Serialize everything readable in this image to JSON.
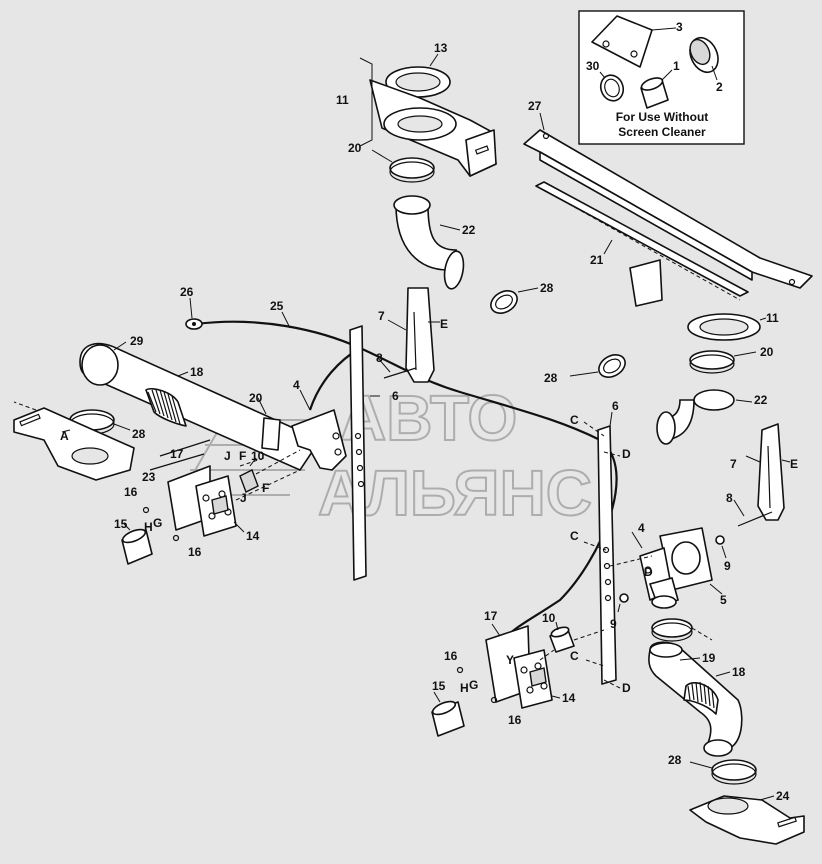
{
  "inset": {
    "note_line1": "For Use Without",
    "note_line2": "Screen Cleaner",
    "callouts": [
      "3",
      "30",
      "1",
      "2"
    ]
  },
  "callouts": {
    "c1": "1",
    "c2": "2",
    "c3": "3",
    "c4a": "4",
    "c4b": "4",
    "c5": "5",
    "c6a": "6",
    "c6b": "6",
    "c7a": "7",
    "c7b": "7",
    "c8a": "8",
    "c8b": "8",
    "c9a": "9",
    "c9b": "9",
    "c10a": "10",
    "c10b": "10",
    "c11a": "11",
    "c11b": "11",
    "c13": "13",
    "c14a": "14",
    "c14b": "14",
    "c15a": "15",
    "c15b": "15",
    "c16a": "16",
    "c16b": "16",
    "c16c": "16",
    "c16d": "16",
    "c17a": "17",
    "c17b": "17",
    "c18a": "18",
    "c18b": "18",
    "c19": "19",
    "c20a": "20",
    "c20b": "20",
    "c20c": "20",
    "c21": "21",
    "c22a": "22",
    "c22b": "22",
    "c23": "23",
    "c24": "24",
    "c25": "25",
    "c26": "26",
    "c27": "27",
    "c28a": "28",
    "c28b": "28",
    "c28c": "28",
    "c28d": "28",
    "c29": "29",
    "c30": "30"
  },
  "letters": {
    "A": "A",
    "C1": "C",
    "C2": "C",
    "C3": "C",
    "D1": "D",
    "D2": "D",
    "D3": "D",
    "E1": "E",
    "E2": "E",
    "F1": "F",
    "F2": "F",
    "G1": "G",
    "G2": "G",
    "H1": "H",
    "H2": "H",
    "J1": "J",
    "J2": "J",
    "Y": "Y"
  },
  "watermark": {
    "line1": "АВТО",
    "line2": "АЛЬЯНС"
  },
  "colors": {
    "background": "#e6e6e6",
    "line": "#111111",
    "watermark": "#9a9a9a"
  }
}
